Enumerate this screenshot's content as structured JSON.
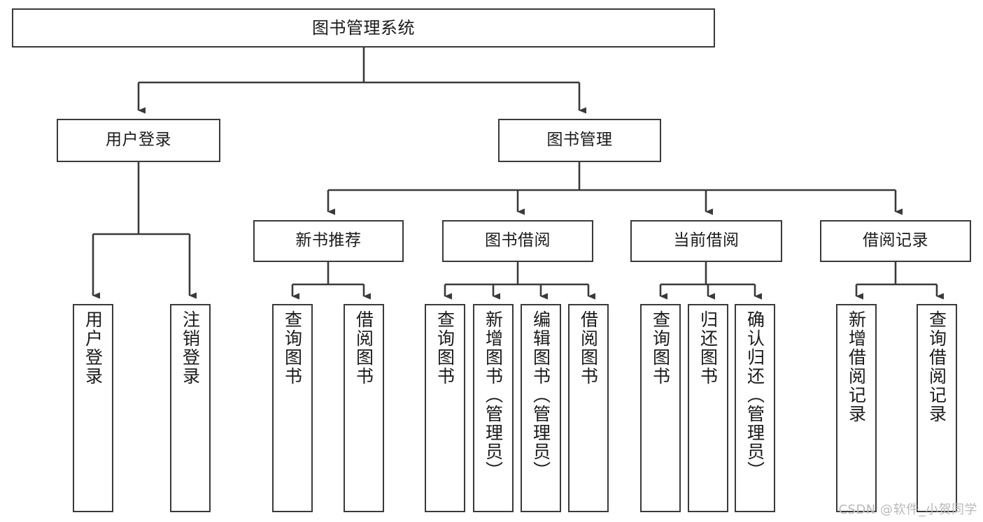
{
  "diagram": {
    "title": "图书管理系统",
    "type": "tree-hierarchy",
    "watermark": "CSDN @软件_小贺同学",
    "colors": {
      "background": "#ffffff",
      "box_border": "#3a3a3a",
      "box_fill": "#ffffff",
      "edge": "#3a3a3a",
      "text": "#1a1a1a",
      "watermark": "#b9b9b9"
    },
    "root": {
      "id": "root",
      "label": "图书管理系统"
    },
    "level2": [
      {
        "id": "user-login",
        "label": "用户登录"
      },
      {
        "id": "book-manage",
        "label": "图书管理"
      }
    ],
    "level3": [
      {
        "id": "new-book-recommend",
        "label": "新书推荐",
        "parent": "book-manage"
      },
      {
        "id": "book-borrow",
        "label": "图书借阅",
        "parent": "book-manage"
      },
      {
        "id": "current-borrow",
        "label": "当前借阅",
        "parent": "book-manage"
      },
      {
        "id": "borrow-record",
        "label": "借阅记录",
        "parent": "book-manage"
      }
    ],
    "leaves": [
      {
        "id": "leaf-user-login",
        "label": "用户登录",
        "parent": "user-login"
      },
      {
        "id": "leaf-logout-login",
        "label": "注销登录",
        "parent": "user-login"
      },
      {
        "id": "leaf-query-book-1",
        "label": "查询图书",
        "parent": "new-book-recommend"
      },
      {
        "id": "leaf-borrow-book-1",
        "label": "借阅图书",
        "parent": "new-book-recommend"
      },
      {
        "id": "leaf-query-book-2",
        "label": "查询图书",
        "parent": "book-borrow"
      },
      {
        "id": "leaf-add-book",
        "label": "新增图书（管理员）",
        "parent": "book-borrow"
      },
      {
        "id": "leaf-edit-book",
        "label": "编辑图书（管理员）",
        "parent": "book-borrow"
      },
      {
        "id": "leaf-borrow-book-2",
        "label": "借阅图书",
        "parent": "book-borrow"
      },
      {
        "id": "leaf-query-book-3",
        "label": "查询图书",
        "parent": "current-borrow"
      },
      {
        "id": "leaf-return-book",
        "label": "归还图书",
        "parent": "current-borrow"
      },
      {
        "id": "leaf-confirm-return",
        "label": "确认归还（管理员）",
        "parent": "current-borrow"
      },
      {
        "id": "leaf-add-record",
        "label": "新增借阅记录",
        "parent": "borrow-record"
      },
      {
        "id": "leaf-query-record",
        "label": "查询借阅记录",
        "parent": "borrow-record"
      }
    ]
  }
}
